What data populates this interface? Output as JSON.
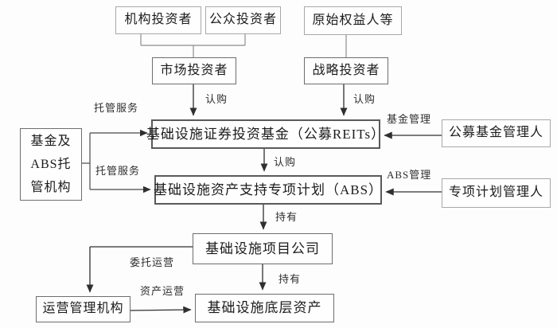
{
  "diagram": {
    "nodes": {
      "institutional_investor": "机构投资者",
      "public_investor": "公众投资者",
      "original_equity_holder": "原始权益人等",
      "market_investor": "市场投资者",
      "strategic_investor": "战略投资者",
      "reits_fund": "基础设施证券投资基金（公募REITs）",
      "custodian_lines": [
        "基金及",
        "ABS托",
        "管机构"
      ],
      "public_fund_manager": "公募基金管理人",
      "abs_plan": "基础设施资产支持专项计划（ABS）",
      "special_plan_manager": "专项计划管理人",
      "project_company": "基础设施项目公司",
      "operation_manager": "运营管理机构",
      "underlying_asset": "基础设施底层资产"
    },
    "edge_labels": {
      "custody_service_top": "托管服务",
      "custody_service_bottom": "托管服务",
      "subscribe_market": "认购",
      "subscribe_strategic": "认购",
      "subscribe_reits": "认购",
      "fund_management": "基金管理",
      "abs_management": "ABS管理",
      "hold_abs": "持有",
      "hold_project": "持有",
      "entrusted_operation": "委托运营",
      "asset_operation": "资产运营"
    },
    "colors": {
      "line": "#3a3a3a",
      "tree_line": "#8d8d8d",
      "text": "#1b1b1b"
    }
  }
}
